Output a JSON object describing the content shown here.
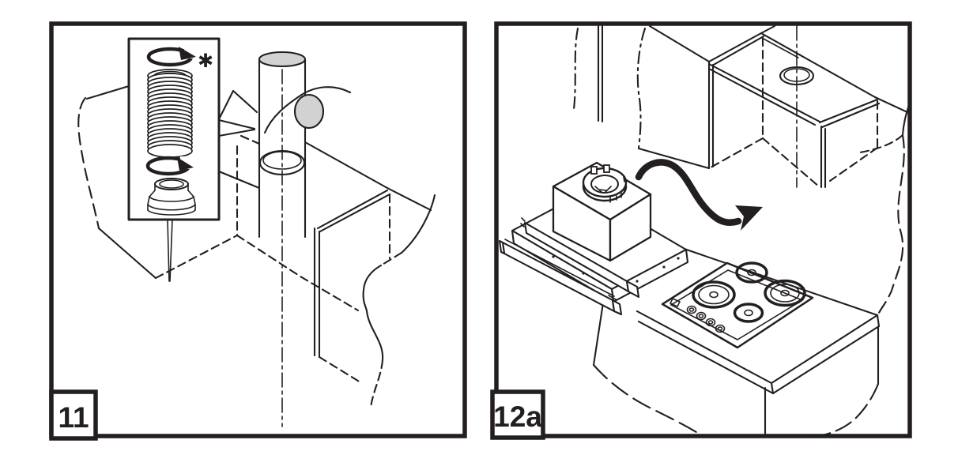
{
  "figure": {
    "panels": [
      {
        "id": "panel-11",
        "label": "11"
      },
      {
        "id": "panel-12a",
        "label": "12a"
      }
    ],
    "panel_11": {
      "label": "11",
      "note_symbol": "✱"
    },
    "panel_12a": {
      "label": "12a"
    },
    "icons": {
      "rotation_arrow": "elliptical-curved-arrow",
      "airflow_arrow": "thick-s-curve-arrow",
      "note_marker": "✱"
    },
    "colors": {
      "line": "#231f20",
      "gray_fill": "#d2d2d2",
      "background": "#ffffff",
      "label_text": "#231f20"
    }
  }
}
